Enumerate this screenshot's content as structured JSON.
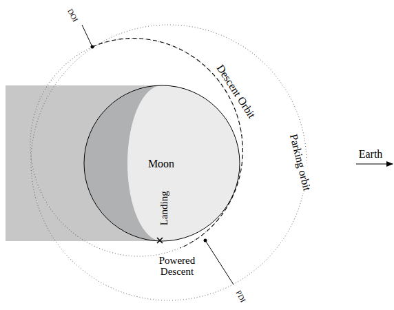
{
  "diagram": {
    "labels": [
      "DOI",
      "Descent Orbit",
      "Moon",
      "Landing",
      "Parking orbit",
      "Earth",
      "Powered Descent",
      "PDI"
    ]
  }
}
